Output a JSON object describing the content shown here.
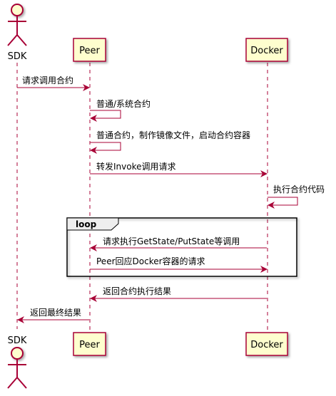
{
  "diagram": {
    "participants": {
      "sdk": "SDK",
      "peer": "Peer",
      "docker": "Docker"
    },
    "messages": {
      "m1": "请求调用合约",
      "m2": "普通/系统合约",
      "m3": "普通合约，制作镜像文件，启动合约容器",
      "m4": "转发Invoke调用请求",
      "m5": "执行合约代码",
      "m6": "请求执行GetState/PutState等调用",
      "m7": "Peer回应Docker容器的请求",
      "m8": "返回合约执行结果",
      "m9": "返回最终结果"
    },
    "loop_label": "loop",
    "colors": {
      "line": "#A80036",
      "box_fill": "#FEFECE",
      "border": "#A80036",
      "frame": "#000000",
      "loop_tab": "#EEEEEE"
    }
  }
}
